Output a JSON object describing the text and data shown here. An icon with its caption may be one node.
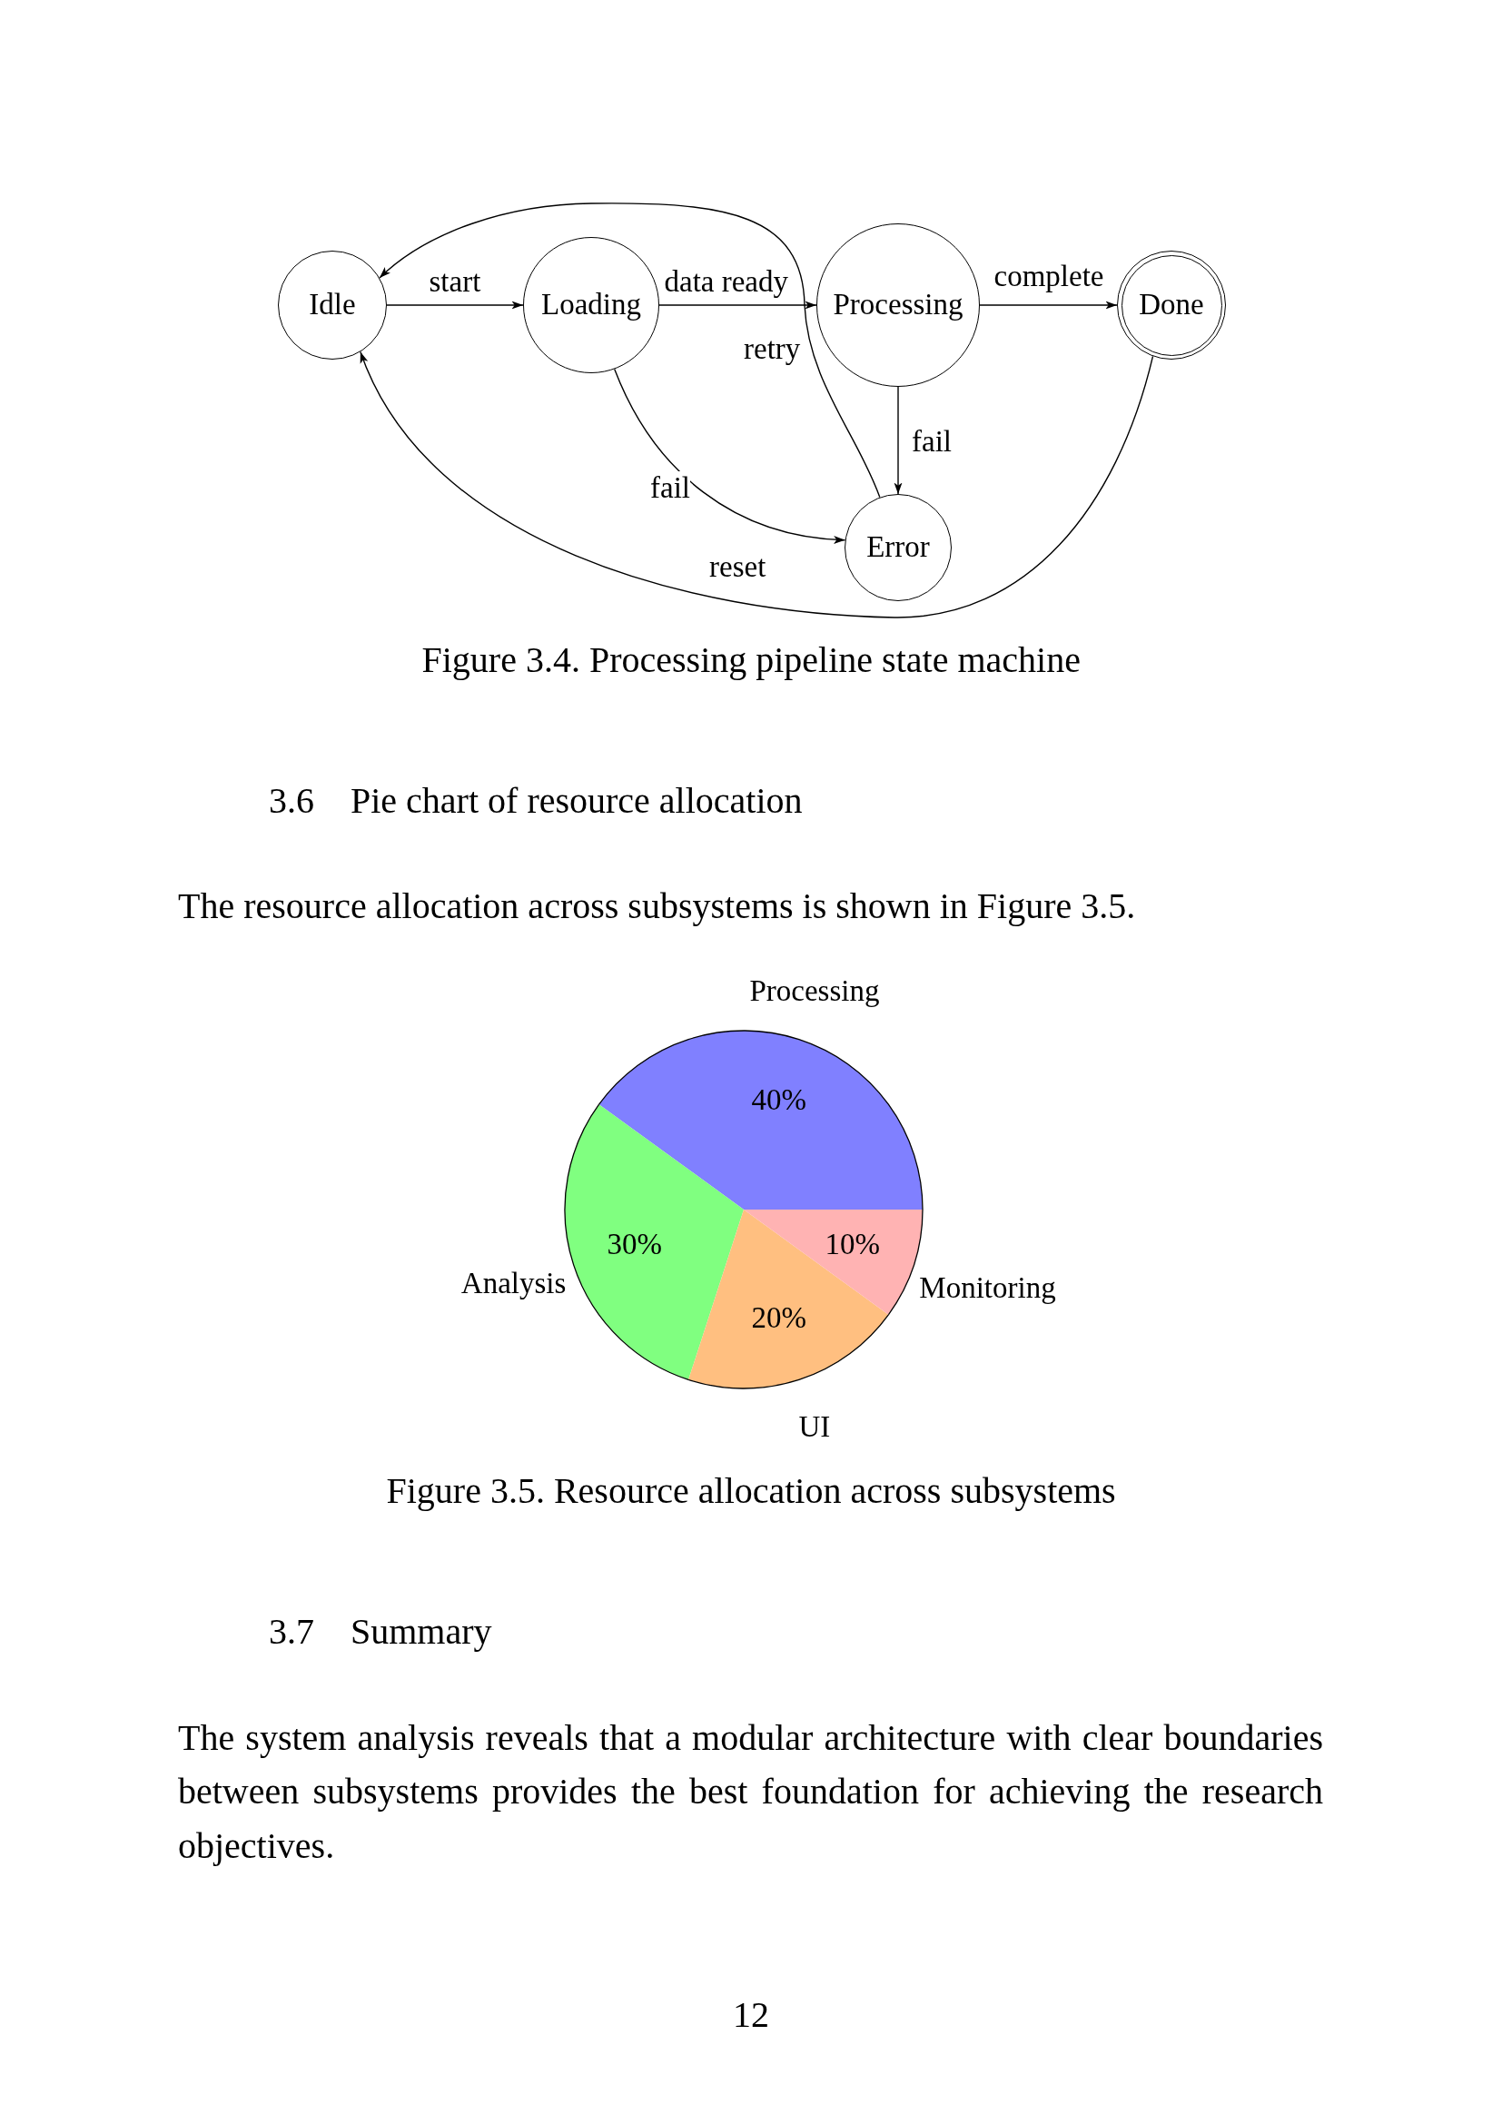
{
  "diagram": {
    "caption": "Figure 3.4. Processing pipeline state machine",
    "nodes": [
      {
        "text": [
          "Idle"
        ]
      },
      {
        "text": [
          "Loading"
        ]
      },
      {
        "text": [
          "Processing"
        ]
      },
      {
        "text": [
          "Done"
        ]
      },
      {
        "text": [
          "Error"
        ]
      }
    ],
    "edges": [
      {
        "from": 0,
        "to": 1,
        "arrow": "to",
        "label": "start"
      },
      {
        "from": 1,
        "to": 2,
        "arrow": "to",
        "label": "data ready"
      },
      {
        "from": 2,
        "to": 3,
        "arrow": "to",
        "label": "complete"
      },
      {
        "from": 2,
        "to": 4,
        "arrow": "to",
        "label": "fail"
      },
      {
        "from": 1,
        "to": 4,
        "arrow": "to",
        "label": "fail"
      },
      {
        "from": 4,
        "to": 0,
        "arrow": "to",
        "label": "retry"
      },
      {
        "from": 3,
        "to": 0,
        "arrow": "to",
        "label": "reset"
      }
    ],
    "labels": [
      "3.6",
      "Pie chart of resource allocation",
      "The resource allocation across subsystems is shown in Figure 3.5.",
      "Figure 3.5. Resource allocation across subsystems",
      "3.7",
      "Summary",
      "The system analysis reveals that a modular architecture with clear boundaries between subsystems provides the best foundation for achieving the research objectives.",
      "12"
    ],
    "chart_data": {
      "type": "pie",
      "categories": [
        "Processing",
        "Analysis",
        "UI",
        "Monitoring"
      ],
      "values": [
        40,
        30,
        20,
        10
      ],
      "value_labels": [
        "40%",
        "30%",
        "20%",
        "10%"
      ]
    }
  }
}
